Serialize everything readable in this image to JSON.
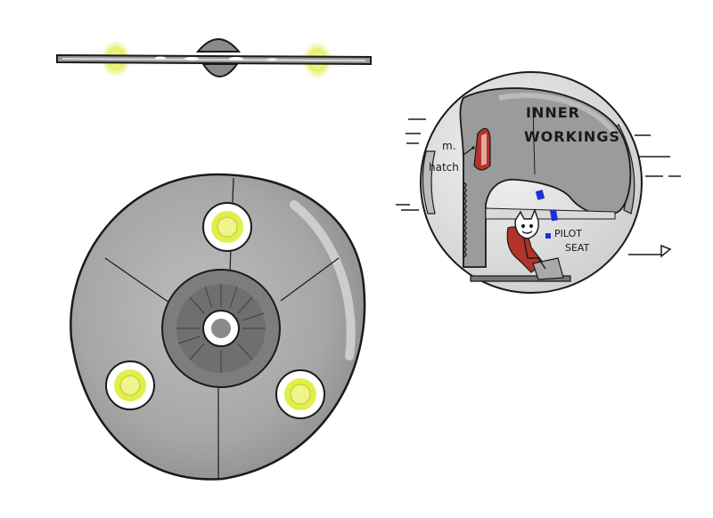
{
  "labels": {
    "title_line1": "INNER",
    "title_line2": "WORKINGS",
    "hatch_line1": "m.",
    "hatch_line2": "hatch",
    "pilot_line1": "PILOT",
    "pilot_line2": "SEAT"
  },
  "colors": {
    "hull": "#a9a9a9",
    "hull_light": "#d7d7d7",
    "hub": "#7b7b7b",
    "ink": "#1a1a1a",
    "glow": "#eef58a",
    "glow_core": "#d9ea3f",
    "accent_blue": "#1f2fd6",
    "accent_red": "#b3332b"
  },
  "icons": [
    "side-view-saucer",
    "top-view-saucer",
    "cutaway-sphere",
    "pilot-figure"
  ]
}
